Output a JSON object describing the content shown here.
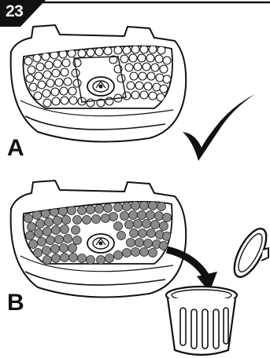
{
  "step": {
    "number": "23"
  },
  "panels": [
    {
      "label": "A",
      "state": "clean-tray",
      "result_icon": "checkmark-icon"
    },
    {
      "label": "B",
      "state": "used-tray",
      "result_icon": "trash-bin-icon"
    }
  ],
  "colors": {
    "ink": "#111111",
    "badge": "#111111",
    "used_balls": "#8a8a8a",
    "clean_balls": "#ffffff"
  }
}
